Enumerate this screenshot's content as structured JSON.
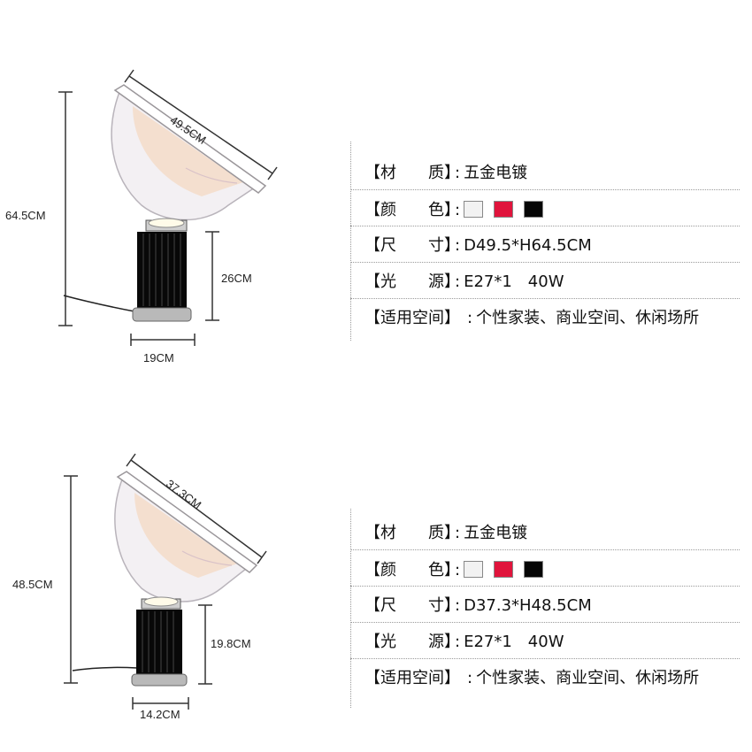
{
  "panels": [
    {
      "dims": {
        "diameter": "49.5CM",
        "height": "64.5CM",
        "base_height": "26CM",
        "base_width": "19CM"
      },
      "specs": {
        "material_label": "【材　　质】",
        "material_value": "五金电镀",
        "color_label": "【颜　　色】",
        "size_label": "【尺　　寸】",
        "size_value": "D49.5*H64.5CM",
        "light_label": "【光　　源】",
        "light_value": "E27*1　40W",
        "space_label": "【适用空间】",
        "space_value": "个性家装、商业空间、休闲场所"
      }
    },
    {
      "dims": {
        "diameter": "37.3CM",
        "height": "48.5CM",
        "base_height": "19.8CM",
        "base_width": "14.2CM"
      },
      "specs": {
        "material_label": "【材　　质】",
        "material_value": "五金电镀",
        "color_label": "【颜　　色】",
        "size_label": "【尺　　寸】",
        "size_value": "D37.3*H48.5CM",
        "light_label": "【光　　源】",
        "light_value": "E27*1　40W",
        "space_label": "【适用空间】",
        "space_value": "个性家装、商业空间、休闲场所"
      }
    }
  ],
  "colors": {
    "white": "#f2f2f2",
    "red": "#e0143c",
    "black": "#050505"
  },
  "icons": {
    "lamp": "lamp-illustration"
  }
}
